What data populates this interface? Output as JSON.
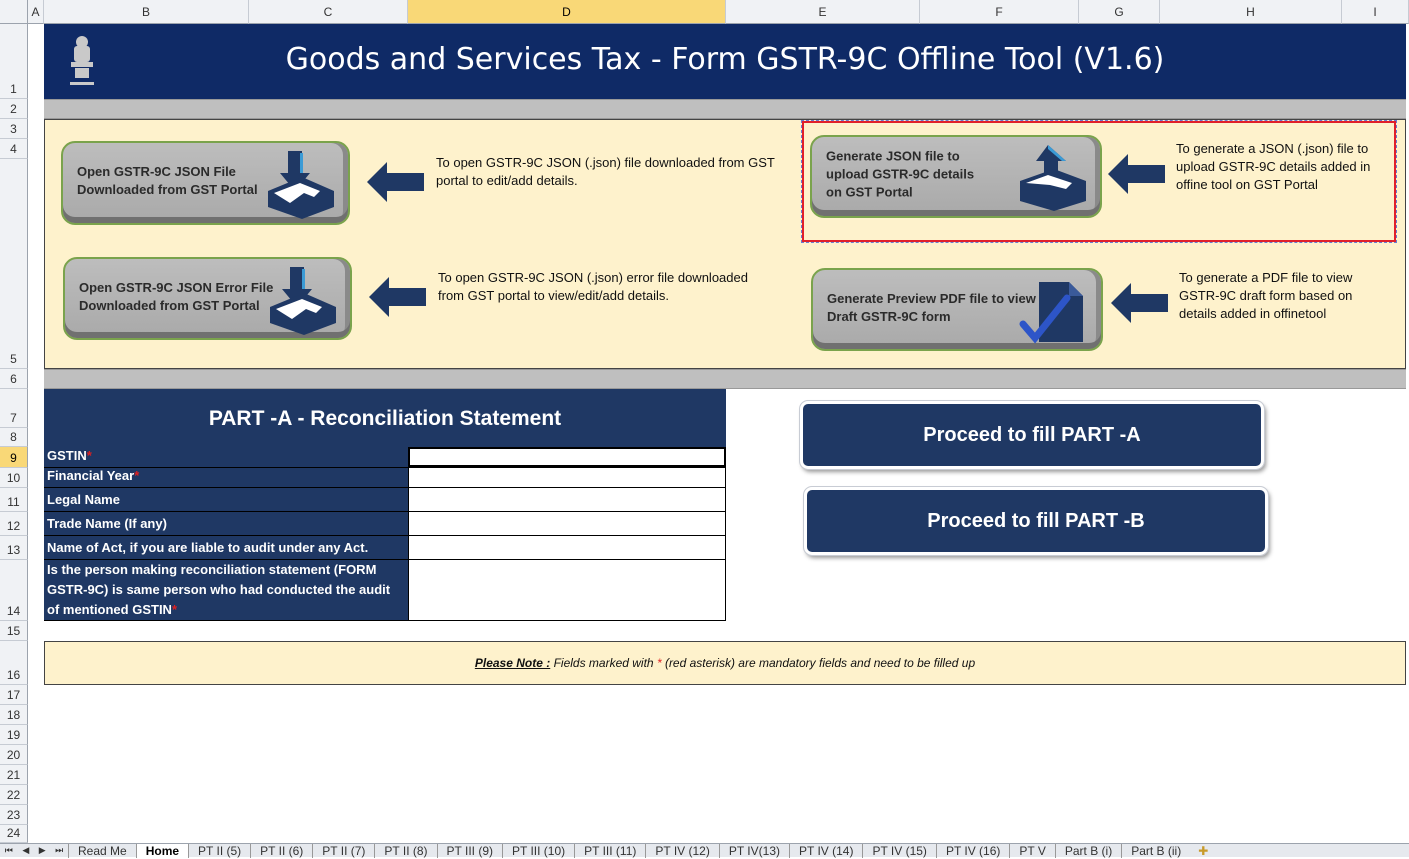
{
  "columns": [
    "A",
    "B",
    "C",
    "D",
    "E",
    "F",
    "G",
    "H",
    "I"
  ],
  "rows": [
    "1",
    "2",
    "3",
    "4",
    "5",
    "6",
    "7",
    "8",
    "9",
    "10",
    "11",
    "12",
    "13",
    "14",
    "15",
    "16",
    "17",
    "18",
    "19",
    "20",
    "21",
    "22",
    "23",
    "24"
  ],
  "header": {
    "title": "Goods and Services Tax - Form GSTR-9C Offline Tool (V1.6)"
  },
  "actions": [
    {
      "label": "Open GSTR-9C JSON File\nDownloaded from GST Portal",
      "desc": "To open GSTR-9C JSON (.json) file downloaded from GST\nportal to edit/add details.",
      "icon": "download-tray-icon"
    },
    {
      "label": "Open GSTR-9C JSON Error File\nDownloaded from GST Portal",
      "desc": "To open GSTR-9C JSON (.json) error file downloaded\nfrom GST portal to view/edit/add details.",
      "icon": "download-tray-icon"
    },
    {
      "label": "Generate JSON file to\nupload GSTR-9C details\non GST Portal",
      "desc": "To generate a JSON (.json) file to\nupload GSTR-9C details added in\noffine tool on GST Portal",
      "icon": "upload-tray-icon"
    },
    {
      "label": "Generate Preview PDF file to view\nDraft  GSTR-9C form",
      "desc": "To generate a PDF file to view\nGSTR-9C draft form based on\ndetails added in offinetool",
      "icon": "document-check-icon"
    }
  ],
  "form": {
    "title": "PART -A - Reconciliation Statement",
    "fields": [
      {
        "label": "GSTIN",
        "required": "*",
        "value": ""
      },
      {
        "label": "Financial Year",
        "required": "*",
        "value": ""
      },
      {
        "label": "Legal Name",
        "required": "",
        "value": ""
      },
      {
        "label": "Trade Name (If any)",
        "required": "",
        "value": ""
      },
      {
        "label": "Name of Act, if you are liable to audit under any Act.",
        "required": "",
        "value": ""
      },
      {
        "label": "Is the person making reconciliation statement (FORM GSTR-9C) is same person who had conducted the audit of mentioned GSTIN",
        "required": "*",
        "value": ""
      }
    ]
  },
  "proceed": {
    "part_a": "Proceed to fill PART -A",
    "part_b": "Proceed to fill PART -B"
  },
  "note": {
    "label": "Please Note :",
    "text_before": " Fields marked with ",
    "asterisk": "*",
    "text_after": " (red asterisk) are mandatory fields and need to be filled up"
  },
  "sheet_tabs": [
    "Read Me",
    "Home",
    "PT II (5)",
    "PT II (6)",
    "PT II (7)",
    "PT II (8)",
    "PT III (9)",
    "PT III (10)",
    "PT III (11)",
    "PT IV (12)",
    "PT IV(13)",
    "PT IV (14)",
    "PT IV (15)",
    "PT IV (16)",
    "PT V",
    "Part B (i)",
    "Part B (ii)"
  ],
  "active_tab": "Home",
  "colors": {
    "navy": "#1f3864",
    "banner": "#0f2a66",
    "cream": "#fef2cc"
  }
}
